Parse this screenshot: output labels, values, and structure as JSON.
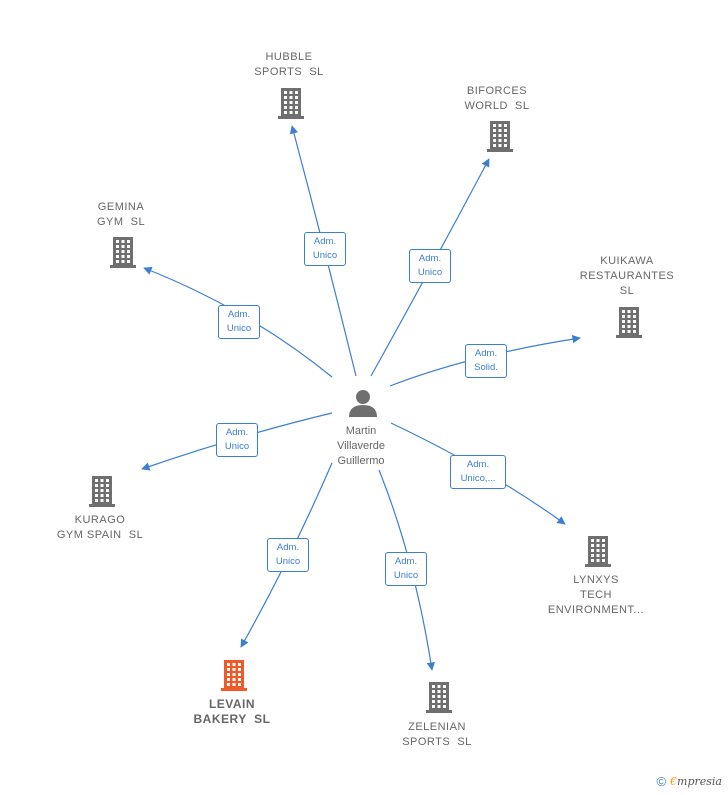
{
  "colors": {
    "edge": "#3a7fd1",
    "building": "#6f6f6f",
    "building_highlight": "#f05a28",
    "person": "#6f6f6f",
    "label_text": "#666666"
  },
  "person": {
    "icon": "person-icon",
    "lines": [
      "Martin",
      "Villaverde",
      "Guillermo"
    ]
  },
  "companies": [
    {
      "id": "hubble",
      "lines": [
        "HUBBLE",
        "SPORTS  SL"
      ],
      "icon": "building-icon",
      "highlight": false
    },
    {
      "id": "biforces",
      "lines": [
        "BIFORCES",
        "WORLD  SL"
      ],
      "icon": "building-icon",
      "highlight": false
    },
    {
      "id": "gemina",
      "lines": [
        "GEMINA",
        "GYM  SL"
      ],
      "icon": "building-icon",
      "highlight": false
    },
    {
      "id": "kuikawa",
      "lines": [
        "KUIKAWA",
        "RESTAURANTES",
        "SL"
      ],
      "icon": "building-icon",
      "highlight": false
    },
    {
      "id": "kurago",
      "lines": [
        "KURAGO",
        "GYM SPAIN  SL"
      ],
      "icon": "building-icon",
      "highlight": false
    },
    {
      "id": "lynxys",
      "lines": [
        "LYNXYS",
        "TECH",
        "ENVIRONMENT..."
      ],
      "icon": "building-icon",
      "highlight": false
    },
    {
      "id": "levain",
      "lines": [
        "LEVAIN",
        "BAKERY  SL"
      ],
      "icon": "building-icon",
      "highlight": true
    },
    {
      "id": "zelenian",
      "lines": [
        "ZELENIAN",
        "SPORTS  SL"
      ],
      "icon": "building-icon",
      "highlight": false
    }
  ],
  "edges": [
    {
      "to": "hubble",
      "lines": [
        "Adm.",
        "Unico"
      ]
    },
    {
      "to": "biforces",
      "lines": [
        "Adm.",
        "Unico"
      ]
    },
    {
      "to": "gemina",
      "lines": [
        "Adm.",
        "Unico"
      ]
    },
    {
      "to": "kuikawa",
      "lines": [
        "Adm.",
        "Solid."
      ]
    },
    {
      "to": "kurago",
      "lines": [
        "Adm.",
        "Unico"
      ]
    },
    {
      "to": "lynxys",
      "lines": [
        "Adm.",
        "Unico,..."
      ]
    },
    {
      "to": "levain",
      "lines": [
        "Adm.",
        "Unico"
      ]
    },
    {
      "to": "zelenian",
      "lines": [
        "Adm.",
        "Unico"
      ]
    }
  ],
  "footer": {
    "copyright_symbol": "©",
    "brand_initial": "€",
    "brand_rest": "mpresia"
  }
}
